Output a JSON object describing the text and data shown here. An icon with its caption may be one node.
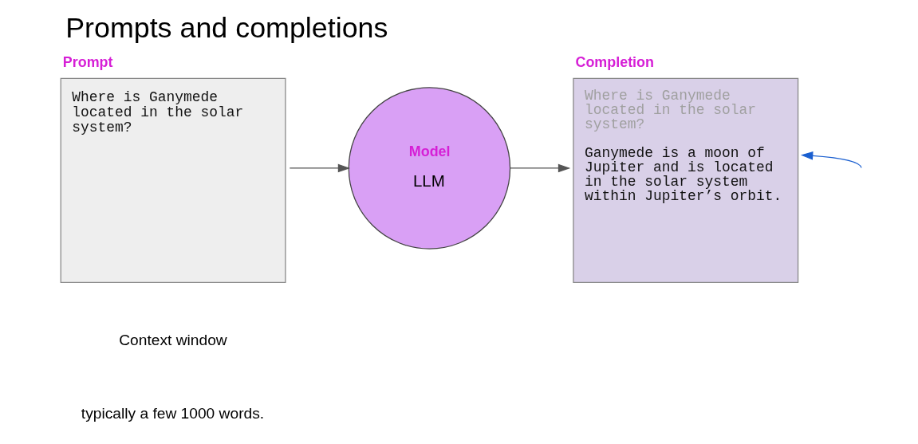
{
  "diagram": {
    "title": "Prompts and completions",
    "nodes": [
      {
        "text": [
          "Prompt",
          "Where is Ganymede located in the solar system?"
        ]
      },
      {
        "text": [
          "Model",
          "LLM"
        ]
      },
      {
        "text": [
          "Completion",
          "Where is Ganymede located in the solar system?",
          "Ganymede is a moon of Jupiter and is located in the solar system within Jupiter’s orbit."
        ]
      }
    ],
    "edges": [
      {
        "from": 0,
        "to": 1,
        "arrow": "to"
      },
      {
        "from": 1,
        "to": 2,
        "arrow": "to"
      },
      {
        "from": null,
        "to": 2,
        "arrow": "to",
        "color": "#1a5fd0"
      }
    ],
    "labels": [
      "Context window",
      "typically a few 1000 words."
    ]
  }
}
